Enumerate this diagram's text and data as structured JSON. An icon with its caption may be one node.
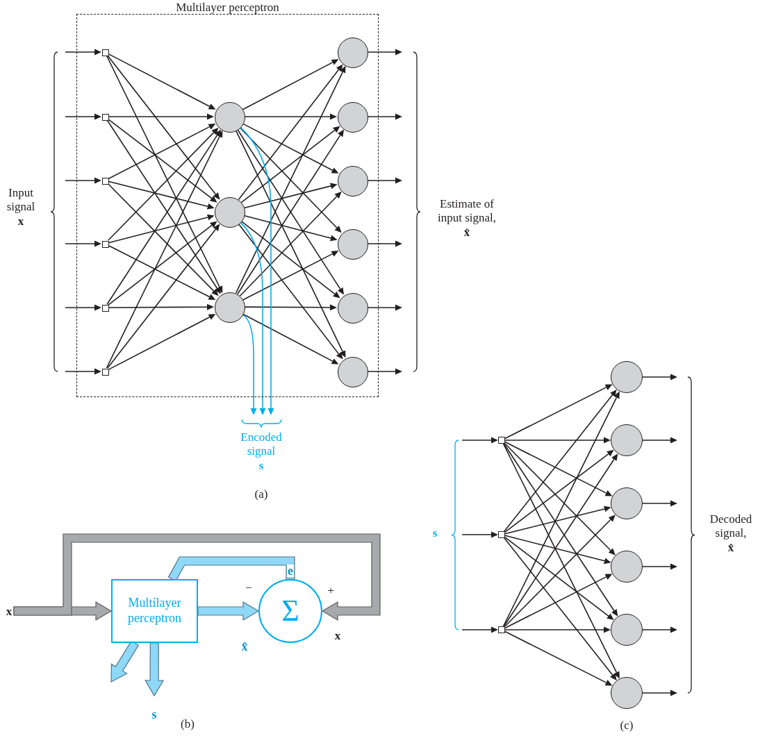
{
  "diagram": {
    "nodes": [
      {
        "text": [
          "Multilayer perceptron"
        ]
      },
      {
        "text": [],
        "shape": "box",
        "in": 0
      },
      {
        "text": [],
        "shape": "box",
        "in": 0
      },
      {
        "text": [],
        "shape": "box",
        "in": 0
      },
      {
        "text": [],
        "shape": "box",
        "in": 0
      },
      {
        "text": [],
        "shape": "box",
        "in": 0
      },
      {
        "text": [],
        "shape": "box",
        "in": 0
      },
      {
        "text": [],
        "shape": "circle",
        "in": 0
      },
      {
        "text": [],
        "shape": "circle",
        "in": 0
      },
      {
        "text": [],
        "shape": "circle",
        "in": 0
      },
      {
        "text": [],
        "shape": "circle",
        "in": 0
      },
      {
        "text": [],
        "shape": "circle",
        "in": 0
      },
      {
        "text": [],
        "shape": "circle",
        "in": 0
      },
      {
        "text": [],
        "shape": "circle",
        "in": 0
      },
      {
        "text": [],
        "shape": "circle",
        "in": 0
      },
      {
        "text": [],
        "shape": "circle",
        "in": 0
      },
      {
        "text": [
          "Multilayer perceptron"
        ]
      },
      {
        "text": [
          "Σ"
        ],
        "beside": [
          "−",
          "+"
        ]
      },
      {
        "text": [],
        "shape": "box"
      },
      {
        "text": [],
        "shape": "box"
      },
      {
        "text": [],
        "shape": "box"
      },
      {
        "text": [],
        "shape": "circle"
      },
      {
        "text": [],
        "shape": "circle"
      },
      {
        "text": [],
        "shape": "circle"
      },
      {
        "text": [],
        "shape": "circle"
      },
      {
        "text": [],
        "shape": "circle"
      },
      {
        "text": [],
        "shape": "circle"
      },
      {
        "text": [
          "x"
        ]
      }
    ],
    "edges": [
      {
        "from": null,
        "to": 1,
        "arrow": "to"
      },
      {
        "from": null,
        "to": 2,
        "arrow": "to"
      },
      {
        "from": null,
        "to": 3,
        "arrow": "to"
      },
      {
        "from": null,
        "to": 4,
        "arrow": "to"
      },
      {
        "from": null,
        "to": 5,
        "arrow": "to"
      },
      {
        "from": null,
        "to": 6,
        "arrow": "to"
      },
      {
        "from": 1,
        "to": 7,
        "arrow": "to"
      },
      {
        "from": 1,
        "to": 8,
        "arrow": "to"
      },
      {
        "from": 1,
        "to": 9,
        "arrow": "to"
      },
      {
        "from": 2,
        "to": 7,
        "arrow": "to"
      },
      {
        "from": 2,
        "to": 8,
        "arrow": "to"
      },
      {
        "from": 2,
        "to": 9,
        "arrow": "to"
      },
      {
        "from": 3,
        "to": 7,
        "arrow": "to"
      },
      {
        "from": 3,
        "to": 8,
        "arrow": "to"
      },
      {
        "from": 3,
        "to": 9,
        "arrow": "to"
      },
      {
        "from": 4,
        "to": 7,
        "arrow": "to"
      },
      {
        "from": 4,
        "to": 8,
        "arrow": "to"
      },
      {
        "from": 4,
        "to": 9,
        "arrow": "to"
      },
      {
        "from": 5,
        "to": 7,
        "arrow": "to"
      },
      {
        "from": 5,
        "to": 8,
        "arrow": "to"
      },
      {
        "from": 5,
        "to": 9,
        "arrow": "to"
      },
      {
        "from": 6,
        "to": 7,
        "arrow": "to"
      },
      {
        "from": 6,
        "to": 8,
        "arrow": "to"
      },
      {
        "from": 6,
        "to": 9,
        "arrow": "to"
      },
      {
        "from": 7,
        "to": 10,
        "arrow": "to"
      },
      {
        "from": 7,
        "to": 11,
        "arrow": "to"
      },
      {
        "from": 7,
        "to": 12,
        "arrow": "to"
      },
      {
        "from": 7,
        "to": 13,
        "arrow": "to"
      },
      {
        "from": 7,
        "to": 14,
        "arrow": "to"
      },
      {
        "from": 7,
        "to": 15,
        "arrow": "to"
      },
      {
        "from": 8,
        "to": 10,
        "arrow": "to"
      },
      {
        "from": 8,
        "to": 11,
        "arrow": "to"
      },
      {
        "from": 8,
        "to": 12,
        "arrow": "to"
      },
      {
        "from": 8,
        "to": 13,
        "arrow": "to"
      },
      {
        "from": 8,
        "to": 14,
        "arrow": "to"
      },
      {
        "from": 8,
        "to": 15,
        "arrow": "to"
      },
      {
        "from": 9,
        "to": 10,
        "arrow": "to"
      },
      {
        "from": 9,
        "to": 11,
        "arrow": "to"
      },
      {
        "from": 9,
        "to": 12,
        "arrow": "to"
      },
      {
        "from": 9,
        "to": 13,
        "arrow": "to"
      },
      {
        "from": 9,
        "to": 14,
        "arrow": "to"
      },
      {
        "from": 9,
        "to": 15,
        "arrow": "to"
      },
      {
        "from": 10,
        "to": null,
        "arrow": "to"
      },
      {
        "from": 11,
        "to": null,
        "arrow": "to"
      },
      {
        "from": 12,
        "to": null,
        "arrow": "to"
      },
      {
        "from": 13,
        "to": null,
        "arrow": "to"
      },
      {
        "from": 14,
        "to": null,
        "arrow": "to"
      },
      {
        "from": 15,
        "to": null,
        "arrow": "to"
      },
      {
        "from": 7,
        "to": null,
        "arrow": "to",
        "color": "#00aeef"
      },
      {
        "from": 8,
        "to": null,
        "arrow": "to",
        "color": "#00aeef"
      },
      {
        "from": 9,
        "to": null,
        "arrow": "to",
        "color": "#00aeef"
      },
      {
        "from": 27,
        "to": 16,
        "arrow": "to",
        "style": "thick",
        "color": "#a7a9ac"
      },
      {
        "from": 27,
        "to": 17,
        "arrow": "to",
        "style": "thick",
        "color": "#a7a9ac"
      },
      {
        "from": 16,
        "to": 17,
        "arrow": "to",
        "label": "x̂",
        "style": "thick",
        "color": "#8fd8f7"
      },
      {
        "from": 17,
        "to": 16,
        "arrow": "none",
        "label": "e",
        "style": "thick",
        "color": "#8fd8f7"
      },
      {
        "from": 16,
        "to": null,
        "arrow": "to",
        "style": "thick",
        "color": "#8fd8f7"
      },
      {
        "from": 16,
        "to": null,
        "arrow": "to",
        "label": "s",
        "style": "thick",
        "color": "#8fd8f7"
      },
      {
        "from": null,
        "to": 18,
        "arrow": "to"
      },
      {
        "from": null,
        "to": 19,
        "arrow": "to"
      },
      {
        "from": null,
        "to": 20,
        "arrow": "to"
      },
      {
        "from": 18,
        "to": 21,
        "arrow": "to"
      },
      {
        "from": 18,
        "to": 22,
        "arrow": "to"
      },
      {
        "from": 18,
        "to": 23,
        "arrow": "to"
      },
      {
        "from": 18,
        "to": 24,
        "arrow": "to"
      },
      {
        "from": 18,
        "to": 25,
        "arrow": "to"
      },
      {
        "from": 18,
        "to": 26,
        "arrow": "to"
      },
      {
        "from": 19,
        "to": 21,
        "arrow": "to"
      },
      {
        "from": 19,
        "to": 22,
        "arrow": "to"
      },
      {
        "from": 19,
        "to": 23,
        "arrow": "to"
      },
      {
        "from": 19,
        "to": 24,
        "arrow": "to"
      },
      {
        "from": 19,
        "to": 25,
        "arrow": "to"
      },
      {
        "from": 19,
        "to": 26,
        "arrow": "to"
      },
      {
        "from": 20,
        "to": 21,
        "arrow": "to"
      },
      {
        "from": 20,
        "to": 22,
        "arrow": "to"
      },
      {
        "from": 20,
        "to": 23,
        "arrow": "to"
      },
      {
        "from": 20,
        "to": 24,
        "arrow": "to"
      },
      {
        "from": 20,
        "to": 25,
        "arrow": "to"
      },
      {
        "from": 20,
        "to": 26,
        "arrow": "to"
      },
      {
        "from": 21,
        "to": null,
        "arrow": "to"
      },
      {
        "from": 22,
        "to": null,
        "arrow": "to"
      },
      {
        "from": 23,
        "to": null,
        "arrow": "to"
      },
      {
        "from": 24,
        "to": null,
        "arrow": "to"
      },
      {
        "from": 25,
        "to": null,
        "arrow": "to"
      },
      {
        "from": 26,
        "to": null,
        "arrow": "to"
      }
    ],
    "labels": [
      "Input signal **x**",
      "Estimate of input signal, **x̂**",
      "Encoded signal **s**",
      "(a)",
      "x",
      "(b)",
      "s",
      "Decoded signal, **x̂**",
      "(c)"
    ]
  }
}
